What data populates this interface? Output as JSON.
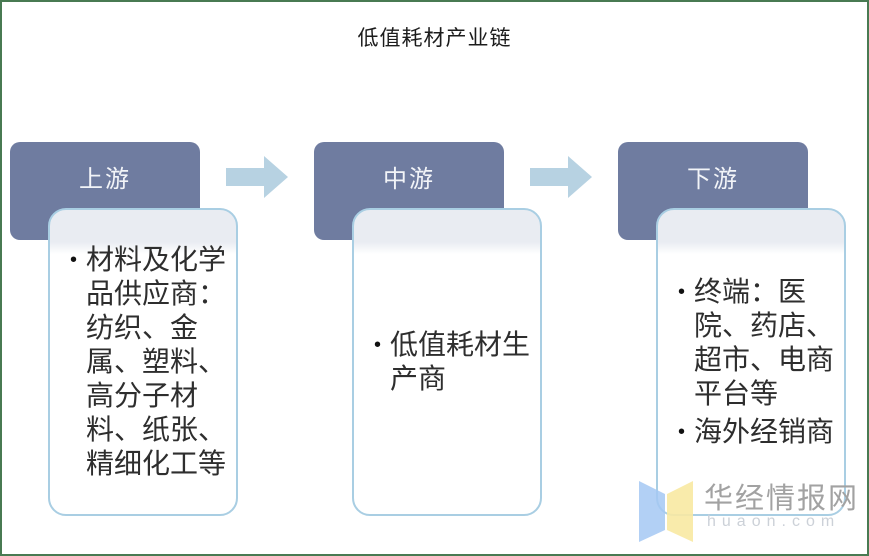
{
  "title": "低值耗材产业链",
  "columns": [
    {
      "header": "上游",
      "items": [
        "材料及化学品供应商：纺织、金属、塑料、高分子材料、纸张、精细化工等"
      ]
    },
    {
      "header": "中游",
      "items": [
        "低值耗材生产商"
      ]
    },
    {
      "header": "下游",
      "items": [
        "终端：医院、药店、超市、电商平台等",
        "海外经销商"
      ]
    }
  ],
  "bullet_glyph": "•",
  "watermark": {
    "brand": "华经情报网",
    "domain": "huaon.com"
  },
  "colors": {
    "page_border": "#487a52",
    "header_bg": "#6f7ca0",
    "header_text": "#f2f4f8",
    "arrow": "#b7d2e2",
    "content_border": "#a9cee3",
    "content_top_strip": "#e9ecf2",
    "body_text": "#2e2e2e",
    "watermark_text": "#a2a2a2",
    "watermark_domain": "#ccd1d8",
    "logo_blue": "#a5c8f3",
    "logo_yellow": "#f8e9a2"
  }
}
